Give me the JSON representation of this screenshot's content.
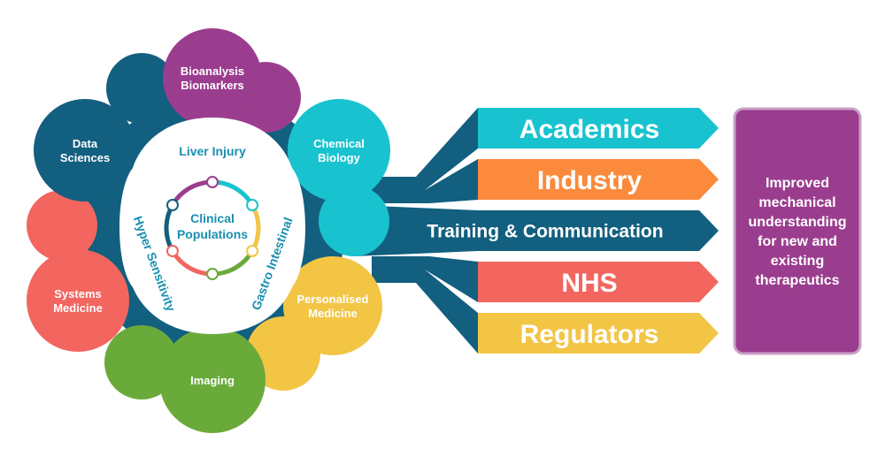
{
  "hub": {
    "nodes": [
      {
        "id": "bioanalysis",
        "lines": [
          "Bioanalysis",
          "Biomarkers"
        ],
        "color": "#9b3d8e"
      },
      {
        "id": "chemical",
        "lines": [
          "Chemical",
          "Biology"
        ],
        "color": "#19c2cf"
      },
      {
        "id": "personalised",
        "lines": [
          "Personalised",
          "Medicine"
        ],
        "color": "#f2c545"
      },
      {
        "id": "imaging",
        "lines": [
          "Imaging"
        ],
        "color": "#6aaa3a"
      },
      {
        "id": "systems",
        "lines": [
          "Systems",
          "Medicine"
        ],
        "color": "#f2665f"
      },
      {
        "id": "data",
        "lines": [
          "Data",
          "Sciences"
        ],
        "color": "#125f7f"
      }
    ],
    "inner_labels": {
      "top": "Liver Injury",
      "left": "Hyper Sensitivity",
      "right": "Gastro Intestinal"
    },
    "center_lines": [
      "Clinical",
      "Populations"
    ],
    "ring_colors": [
      "#19c2cf",
      "#f2c545",
      "#6aaa3a",
      "#f2665f",
      "#125f7f",
      "#9b3d8e"
    ]
  },
  "arrows": [
    {
      "id": "academics",
      "label": "Academics",
      "color": "#19c2cf"
    },
    {
      "id": "industry",
      "label": "Industry",
      "color": "#fb8a3c"
    },
    {
      "id": "training",
      "label": "Training & Communication",
      "color": "#125f7f"
    },
    {
      "id": "nhs",
      "label": "NHS",
      "color": "#f2665f"
    },
    {
      "id": "regulators",
      "label": "Regulators",
      "color": "#f2c545"
    }
  ],
  "connector_color": "#125f7f",
  "result": {
    "lines": [
      "Improved",
      "mechanical",
      "understanding",
      "for new and",
      "existing",
      "therapeutics"
    ],
    "fill": "#9b3d8e",
    "border": "#c9a0c5"
  }
}
